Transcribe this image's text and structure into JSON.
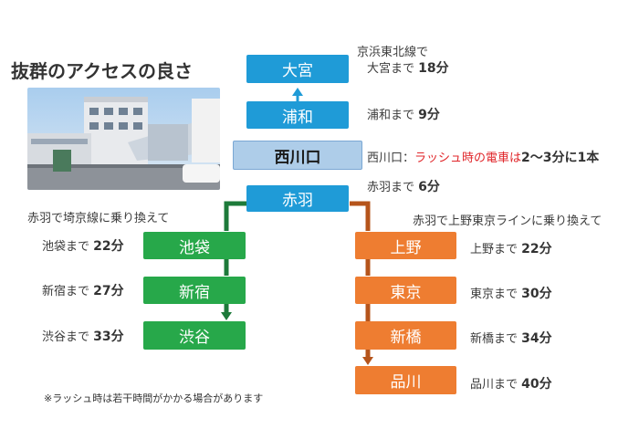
{
  "title": "抜群のアクセスの良さ",
  "note": "※ラッシュ時は若干時間がかかる場合があります",
  "colors": {
    "blue": "#1f9bd7",
    "green": "#27a84a",
    "orange": "#ee7d31",
    "nishi": "#aecde9",
    "red": "#e0262a"
  },
  "central": {
    "stations": [
      "大宮",
      "浦和",
      "西川口",
      "赤羽"
    ],
    "line_label": "京浜東北線で",
    "times": [
      {
        "prefix": "大宮まで",
        "value": "18分"
      },
      {
        "prefix": "浦和まで",
        "value": "9分"
      },
      {
        "prefix": "赤羽まで",
        "value": "6分"
      }
    ],
    "nishi_prefix": "西川口：",
    "nishi_red1": "ラッシュ時の電車は",
    "nishi_red2": "2〜3分に1本"
  },
  "left": {
    "transfer": "赤羽で埼京線に乗り換えて",
    "stations": [
      "池袋",
      "新宿",
      "渋谷"
    ],
    "times": [
      {
        "prefix": "池袋まで",
        "value": "22分"
      },
      {
        "prefix": "新宿まで",
        "value": "27分"
      },
      {
        "prefix": "渋谷まで",
        "value": "33分"
      }
    ]
  },
  "right": {
    "transfer": "赤羽で上野東京ラインに乗り換えて",
    "stations": [
      "上野",
      "東京",
      "新橋",
      "品川"
    ],
    "times": [
      {
        "prefix": "上野まで",
        "value": "22分"
      },
      {
        "prefix": "東京まで",
        "value": "30分"
      },
      {
        "prefix": "新橋まで",
        "value": "34分"
      },
      {
        "prefix": "品川まで",
        "value": "40分"
      }
    ]
  }
}
